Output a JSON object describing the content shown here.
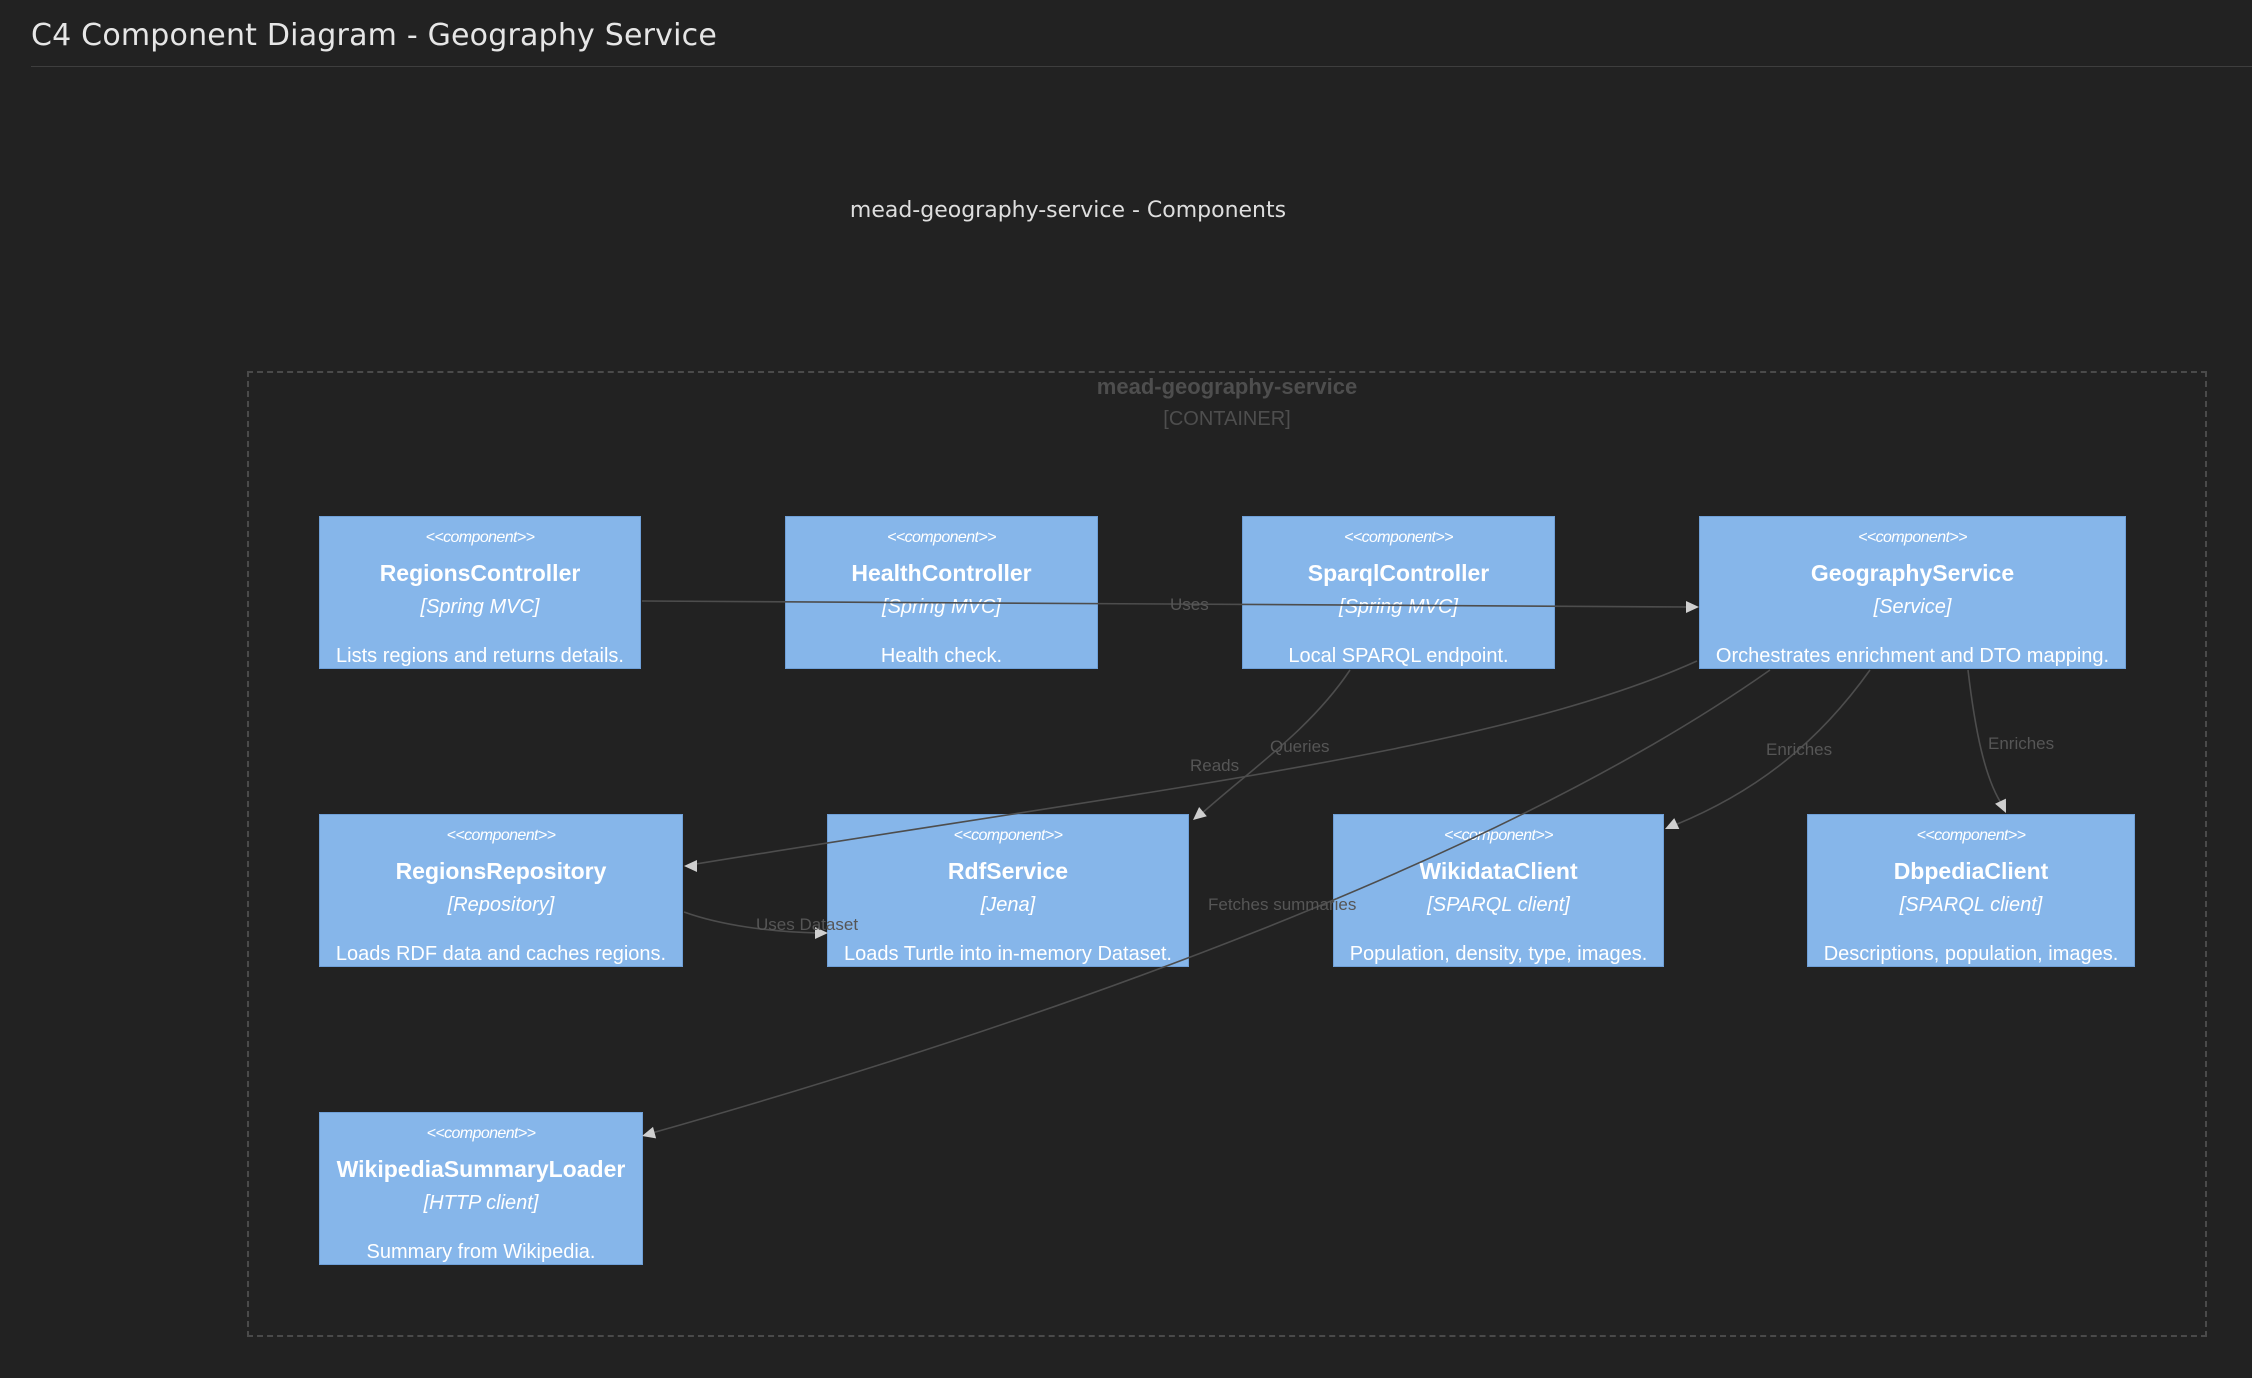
{
  "header": {
    "title": "C4 Component Diagram - Geography Service"
  },
  "diagram": {
    "subtitle": "mead-geography-service - Components",
    "boundary": {
      "name": "mead-geography-service",
      "type": "[CONTAINER]"
    },
    "components": [
      {
        "id": "regions-controller",
        "stereotype": "<<component>>",
        "name": "RegionsController",
        "technology": "[Spring MVC]",
        "description": "Lists regions and returns details."
      },
      {
        "id": "health-controller",
        "stereotype": "<<component>>",
        "name": "HealthController",
        "technology": "[Spring MVC]",
        "description": "Health check."
      },
      {
        "id": "sparql-controller",
        "stereotype": "<<component>>",
        "name": "SparqlController",
        "technology": "[Spring MVC]",
        "description": "Local SPARQL endpoint."
      },
      {
        "id": "geography-service",
        "stereotype": "<<component>>",
        "name": "GeographyService",
        "technology": "[Service]",
        "description": "Orchestrates enrichment and DTO mapping."
      },
      {
        "id": "regions-repository",
        "stereotype": "<<component>>",
        "name": "RegionsRepository",
        "technology": "[Repository]",
        "description": "Loads RDF data and caches regions."
      },
      {
        "id": "rdf-service",
        "stereotype": "<<component>>",
        "name": "RdfService",
        "technology": "[Jena]",
        "description": "Loads Turtle into in-memory Dataset."
      },
      {
        "id": "wikidata-client",
        "stereotype": "<<component>>",
        "name": "WikidataClient",
        "technology": "[SPARQL client]",
        "description": "Population, density, type, images."
      },
      {
        "id": "dbpedia-client",
        "stereotype": "<<component>>",
        "name": "DbpediaClient",
        "technology": "[SPARQL client]",
        "description": "Descriptions, population, images."
      },
      {
        "id": "wikipedia-summary-loader",
        "stereotype": "<<component>>",
        "name": "WikipediaSummaryLoader",
        "technology": "[HTTP client]",
        "description": "Summary from Wikipedia."
      }
    ],
    "relationships": [
      {
        "from": "RegionsController",
        "to": "GeographyService",
        "label": "Uses"
      },
      {
        "from": "GeographyService",
        "to": "RegionsRepository",
        "label": "Reads"
      },
      {
        "from": "SparqlController",
        "to": "RdfService",
        "label": "Queries"
      },
      {
        "from": "GeographyService",
        "to": "WikidataClient",
        "label": "Enriches"
      },
      {
        "from": "GeographyService",
        "to": "DbpediaClient",
        "label": "Enriches"
      },
      {
        "from": "RegionsRepository",
        "to": "RdfService",
        "label": "Uses Dataset"
      },
      {
        "from": "GeographyService",
        "to": "WikipediaSummaryLoader",
        "label": "Fetches summaries"
      }
    ]
  }
}
